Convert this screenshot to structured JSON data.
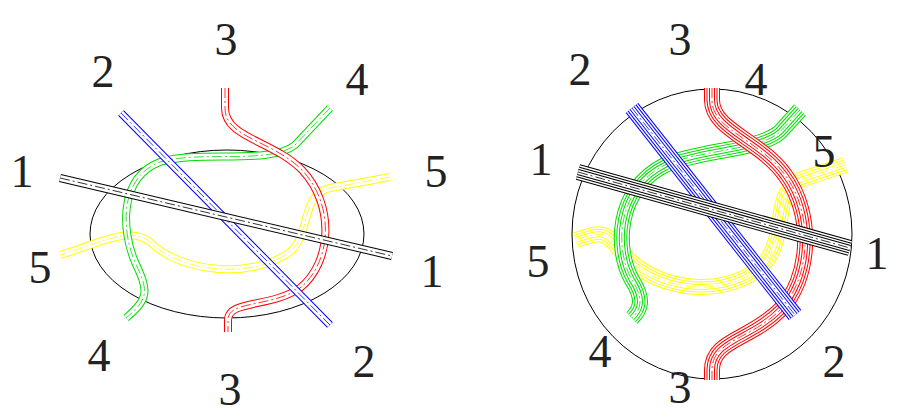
{
  "diagram": {
    "labels": [
      "3",
      "2",
      "4",
      "1",
      "5",
      "5",
      "1",
      "4",
      "2",
      "3",
      "3",
      "2",
      "4",
      "1",
      "5",
      "5",
      "1",
      "4",
      "2",
      "3"
    ]
  }
}
